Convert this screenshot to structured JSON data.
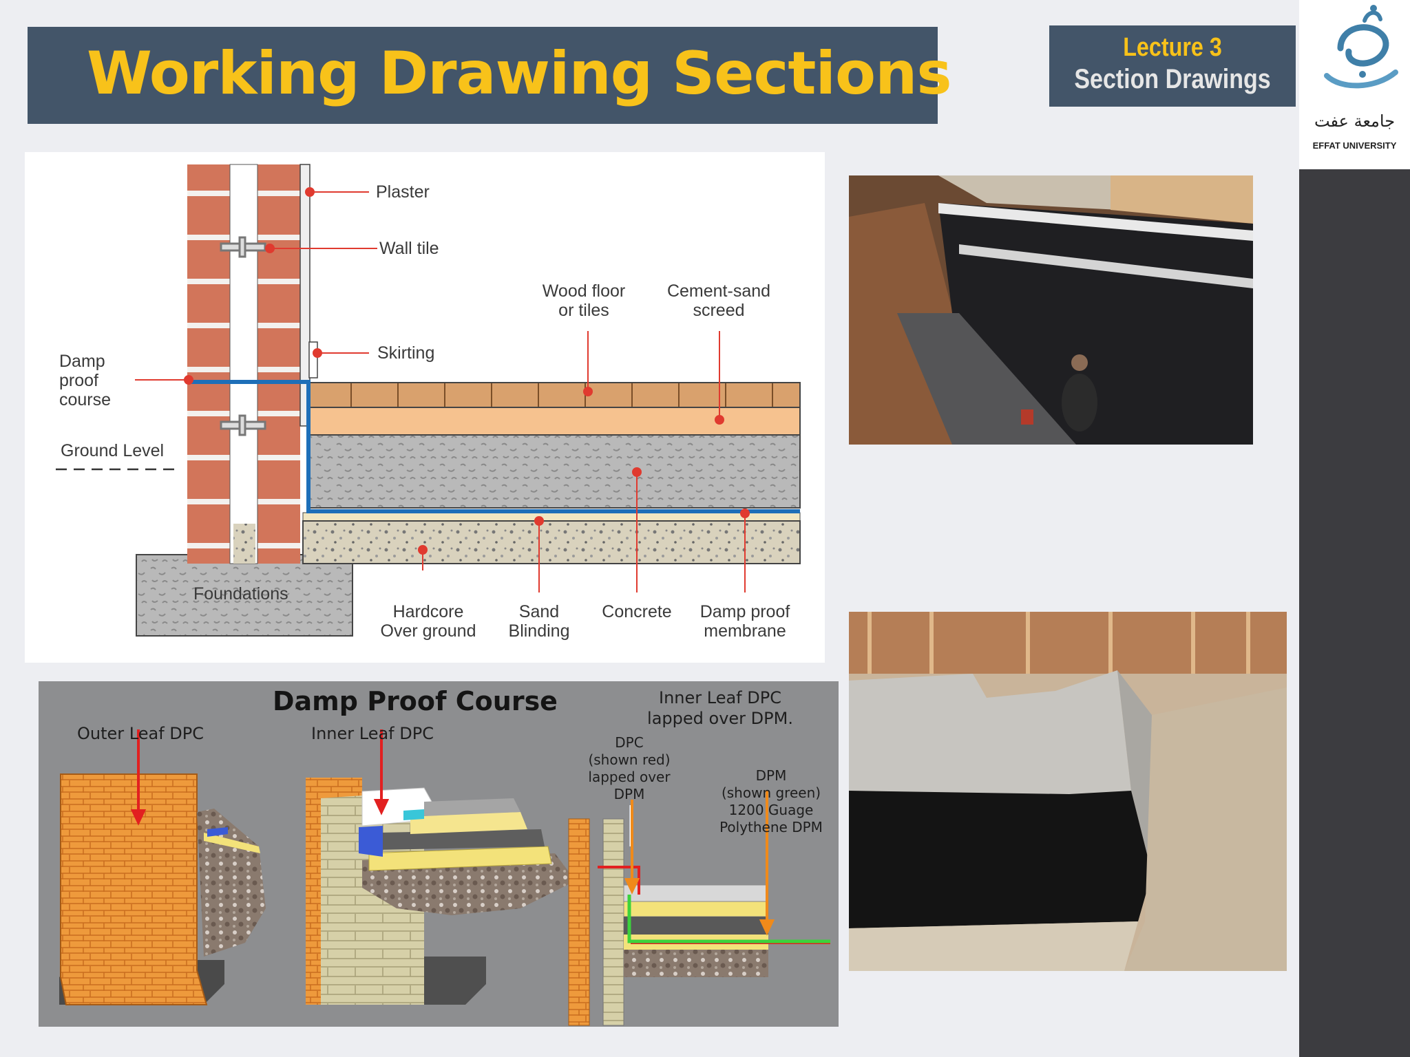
{
  "header": {
    "title": "Working Drawing Sections",
    "lecture_line1": "Lecture 3",
    "lecture_line2": "Section Drawings"
  },
  "logo": {
    "arabic_name": "جامعة عفت",
    "english_name": "EFFAT UNIVERSITY"
  },
  "floor_section_diagram": {
    "labels": {
      "plaster": "Plaster",
      "wall_tile": "Wall tile",
      "wood_floor_1": "Wood floor",
      "wood_floor_2": "or tiles",
      "screed_1": "Cement-sand",
      "screed_2": "screed",
      "skirting": "Skirting",
      "dpc_1": "Damp",
      "dpc_2": "proof",
      "dpc_3": "course",
      "ground_level": "Ground Level",
      "foundations": "Foundations",
      "hardcore_1": "Hardcore",
      "hardcore_2": "Over ground",
      "sand_1": "Sand",
      "sand_2": "Blinding",
      "concrete": "Concrete",
      "dpm_1": "Damp proof",
      "dpm_2": "membrane"
    }
  },
  "dpc_diagram": {
    "title": "Damp Proof Course",
    "outer_leaf": "Outer Leaf DPC",
    "inner_leaf": "Inner Leaf DPC",
    "inner_lapped_1": "Inner Leaf DPC",
    "inner_lapped_2": "lapped over DPM.",
    "dpc_red_1": "DPC",
    "dpc_red_2": "(shown red)",
    "dpc_red_3": "lapped over",
    "dpc_red_4": "DPM",
    "dpm_green_1": "DPM",
    "dpm_green_2": "(shown green)",
    "dpm_green_3": "1200 Guage",
    "dpm_green_4": "Polythene DPM"
  },
  "colors": {
    "header_bg": "#435569",
    "title_yellow": "#f8c21a",
    "sidebar": "#3c3c40",
    "dpc_blue": "#1e6fb8",
    "leader_red": "#e03a2f"
  }
}
